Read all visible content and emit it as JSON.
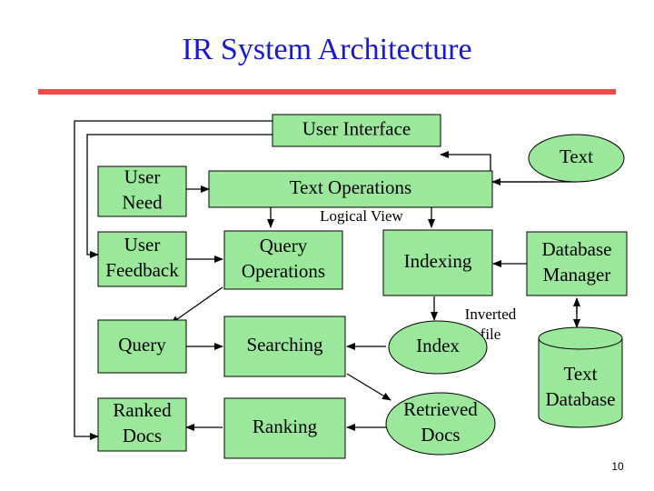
{
  "slide": {
    "title": "IR System Architecture",
    "number": "10"
  },
  "colors": {
    "box_fill": "#9be79b",
    "line": "#000000",
    "title": "#1a1acc",
    "rule": "#f04b4b"
  },
  "nodes": {
    "user_interface": "User Interface",
    "user_need": [
      "User",
      "Need"
    ],
    "text_operations": "Text Operations",
    "text": "Text",
    "logical_view": "Logical View",
    "user_feedback": [
      "User",
      "Feedback"
    ],
    "query_operations": [
      "Query",
      "Operations"
    ],
    "indexing": "Indexing",
    "database_manager": [
      "Database",
      "Manager"
    ],
    "inverted_file": [
      "Inverted",
      "file"
    ],
    "query": "Query",
    "searching": "Searching",
    "index": "Index",
    "text_database": [
      "Text",
      "Database"
    ],
    "ranked_docs": [
      "Ranked",
      "Docs"
    ],
    "ranking": "Ranking",
    "retrieved_docs": [
      "Retrieved",
      "Docs"
    ]
  }
}
